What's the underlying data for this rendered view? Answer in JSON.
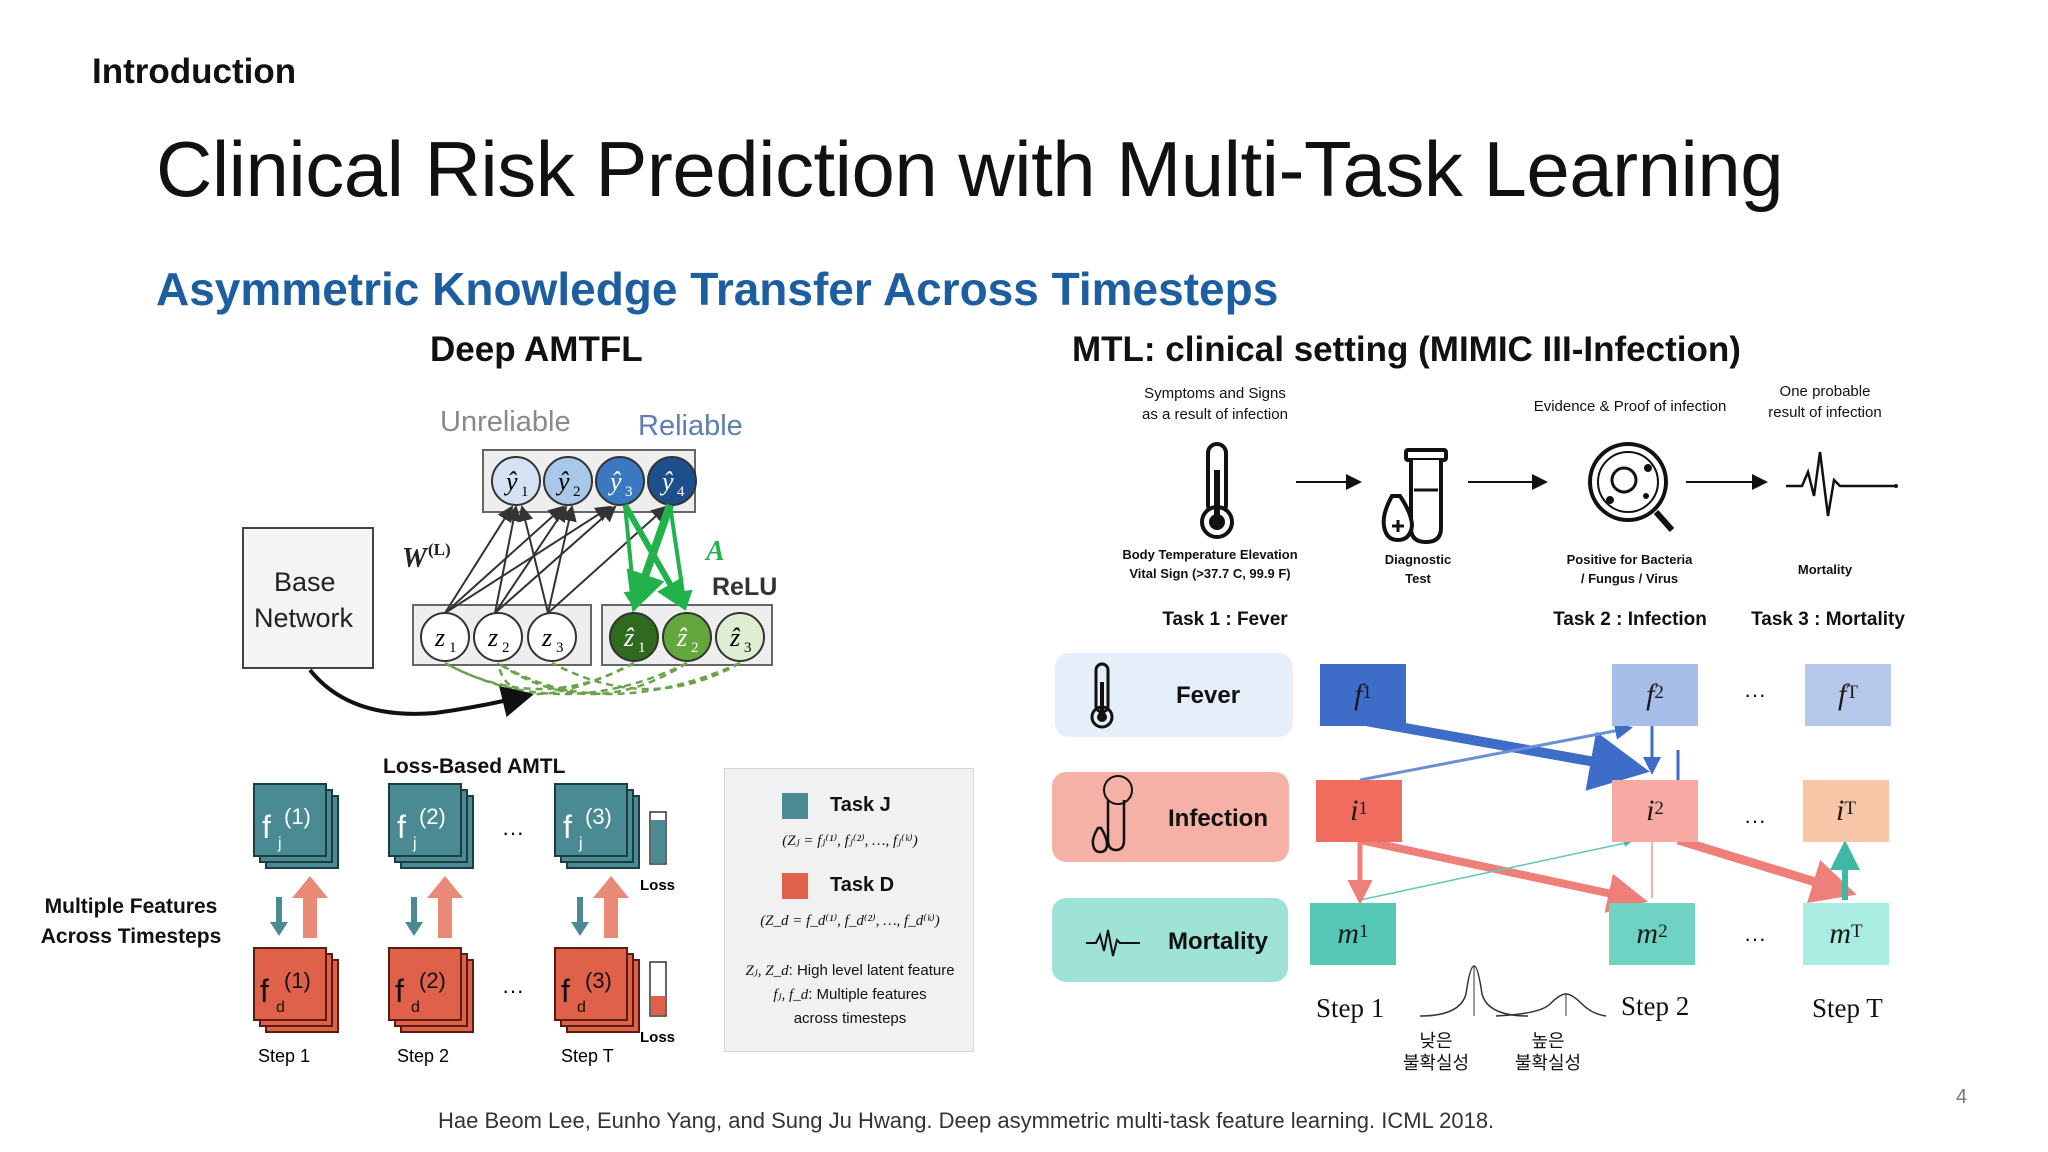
{
  "section": "Introduction",
  "title": "Clinical Risk Prediction with Multi-Task Learning",
  "subtitle": "Asymmetric Knowledge Transfer Across Timesteps",
  "left": {
    "heading": "Deep AMTFL",
    "unreliable": "Unreliable",
    "reliable": "Reliable",
    "base_network": [
      "Base",
      "Network"
    ],
    "w_label": "W",
    "w_sup": "(L)",
    "a_label": "A",
    "relu": "ReLU",
    "y_nodes": [
      "ŷ",
      "ŷ",
      "ŷ",
      "ŷ"
    ],
    "y_subs": [
      "1",
      "2",
      "3",
      "4"
    ],
    "z_nodes": [
      "z",
      "z",
      "z",
      "ẑ",
      "ẑ",
      "ẑ"
    ],
    "z_subs": [
      "1",
      "2",
      "3",
      "1",
      "2",
      "3"
    ],
    "loss_heading": "Loss-Based AMTL",
    "side_label": [
      "Multiple Features",
      "Across Timesteps"
    ],
    "fj": [
      {
        "base": "f",
        "sub": "j",
        "sup": "(1)"
      },
      {
        "base": "f",
        "sub": "j",
        "sup": "(2)"
      },
      {
        "base": "f",
        "sub": "j",
        "sup": "(3)"
      }
    ],
    "fd": [
      {
        "base": "f",
        "sub": "d",
        "sup": "(1)"
      },
      {
        "base": "f",
        "sub": "d",
        "sup": "(2)"
      },
      {
        "base": "f",
        "sub": "d",
        "sup": "(3)"
      }
    ],
    "ellipsis": "···",
    "loss": "Loss",
    "steps": [
      "Step 1",
      "Step 2",
      "Step T"
    ],
    "legend": {
      "task_j": "Task J",
      "task_j_formula": "(Z",
      "task_j_formula_rest": " = f",
      "task_j_expr": "(Zⱼ = fⱼ⁽¹⁾, fⱼ⁽²⁾, …, fⱼ⁽ᵏ⁾)",
      "task_d": "Task D",
      "task_d_expr": "(Z_d = f_d⁽¹⁾, f_d⁽²⁾, …, f_d⁽ᵏ⁾)",
      "note1_sym": "Zⱼ, Z_d",
      "note1": ": High level latent feature",
      "note2_sym": "fⱼ, f_d",
      "note2": ": Multiple features",
      "note3": "across timesteps"
    }
  },
  "right": {
    "heading": "MTL: clinical setting (MIMIC III-Infection)",
    "top_labels": [
      [
        "Symptoms and Signs",
        "as a result of infection"
      ],
      [
        "Evidence & Proof of infection"
      ],
      [
        "One probable",
        "result of infection"
      ]
    ],
    "icon_labels": [
      [
        "Body Temperature Elevation",
        "Vital Sign (>37.7 C, 99.9 F)"
      ],
      [
        "Diagnostic",
        "Test"
      ],
      [
        "Positive for Bacteria",
        "/ Fungus / Virus"
      ],
      [
        "Mortality"
      ]
    ],
    "tasks": [
      "Task 1 : Fever",
      "Task 2 : Infection",
      "Task 3 : Mortality"
    ],
    "rows": [
      "Fever",
      "Infection",
      "Mortality"
    ],
    "cells": {
      "f": [
        "f",
        "f",
        "f"
      ],
      "f_sup": [
        "1",
        "2",
        "T"
      ],
      "i": [
        "i",
        "i",
        "i"
      ],
      "i_sup": [
        "1",
        "2",
        "T"
      ],
      "m": [
        "m",
        "m",
        "m"
      ],
      "m_sup": [
        "1",
        "2",
        "T"
      ]
    },
    "ellipsis": "···",
    "steps": [
      "Step 1",
      "Step 2",
      "Step T"
    ],
    "uncertainty": [
      [
        "낮은",
        "불확실성"
      ],
      [
        "높은",
        "불확실성"
      ]
    ]
  },
  "citation": "Hae Beom Lee, Eunho Yang, and Sung Ju Hwang. Deep asymmetric multi-task feature learning. ICML 2018.",
  "page_number": "4",
  "colors": {
    "subtitle_blue": "#1c5ea0",
    "task_j_teal": "#4a8a93",
    "task_d_red": "#e0614a",
    "fever_row": "#e6eff9",
    "infection_row": "#f6b1a6",
    "mortality_row": "#9ee3d6",
    "f_dark": "#3d6cc9",
    "f_light": "#a7bee8",
    "i_dark": "#ef6c5e",
    "i_light": "#f6aaa3",
    "i_peach": "#f6c6a6",
    "m_teal": "#54c7b5",
    "m_light": "#a9ece2"
  }
}
